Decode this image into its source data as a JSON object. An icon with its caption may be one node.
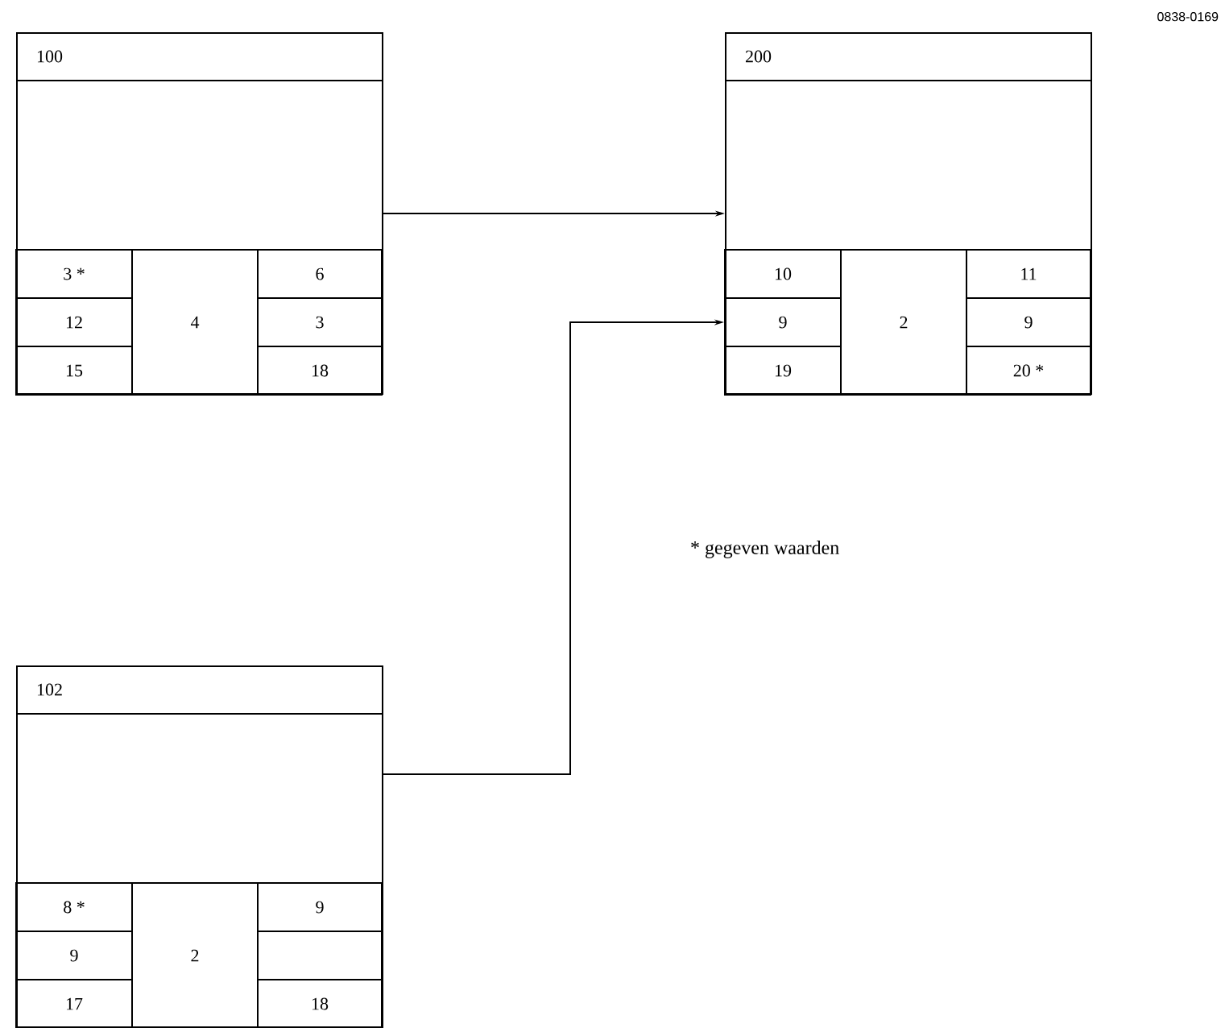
{
  "diagram": {
    "nodes": [
      {
        "text": [
          "100"
        ]
      },
      {
        "text": [
          "3 *"
        ],
        "in": 0
      },
      {
        "text": [
          "6"
        ],
        "in": 0
      },
      {
        "text": [
          "12"
        ],
        "in": 0
      },
      {
        "text": [
          "4"
        ],
        "in": 0
      },
      {
        "text": [
          "3"
        ],
        "in": 0
      },
      {
        "text": [
          "15"
        ],
        "in": 0
      },
      {
        "text": [
          "18"
        ],
        "in": 0
      },
      {
        "text": [
          "200"
        ]
      },
      {
        "text": [
          "10"
        ],
        "in": 8
      },
      {
        "text": [
          "11"
        ],
        "in": 8
      },
      {
        "text": [
          "9"
        ],
        "in": 8
      },
      {
        "text": [
          "2"
        ],
        "in": 8
      },
      {
        "text": [
          "9"
        ],
        "in": 8
      },
      {
        "text": [
          "19"
        ],
        "in": 8
      },
      {
        "text": [
          "20 *"
        ],
        "in": 8
      },
      {
        "text": [
          "102"
        ]
      },
      {
        "text": [
          "8 *"
        ],
        "in": 16
      },
      {
        "text": [
          "9"
        ],
        "in": 16
      },
      {
        "text": [
          "9"
        ],
        "in": 16
      },
      {
        "text": [
          "2"
        ],
        "in": 16
      },
      {
        "text": [],
        "shape": "box",
        "in": 16
      },
      {
        "text": [
          "17"
        ],
        "in": 16
      },
      {
        "text": [
          "18"
        ],
        "in": 16
      }
    ],
    "edges": [
      {
        "from": 0,
        "to": 8,
        "arrow": "to"
      },
      {
        "from": 16,
        "to": 11,
        "arrow": "to"
      }
    ],
    "labels": [
      "0838-0169",
      "* gegeven waarden"
    ]
  }
}
